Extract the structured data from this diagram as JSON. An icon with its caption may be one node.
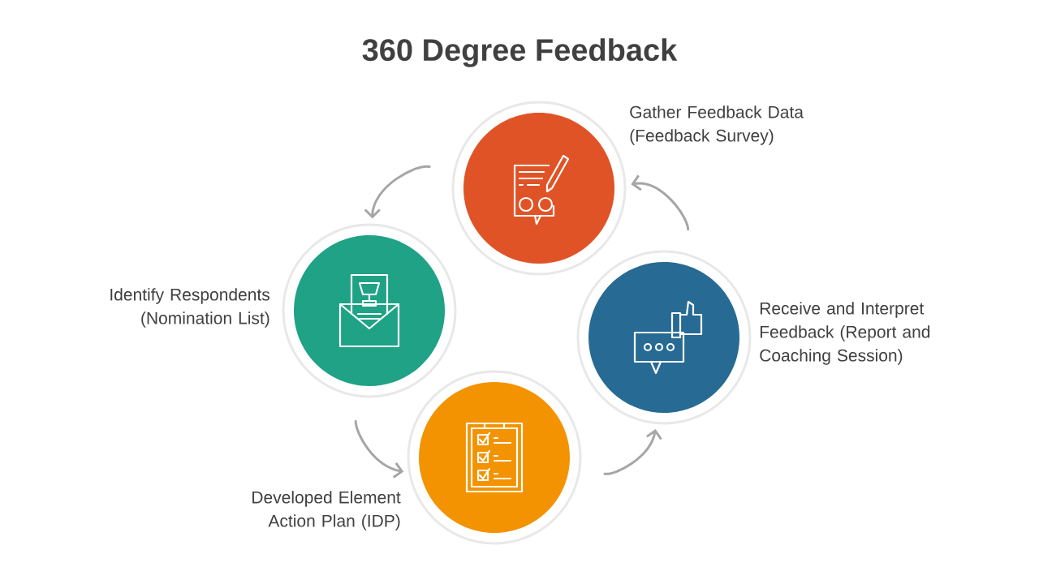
{
  "diagram": {
    "title": "360 Degree Feedback",
    "nodes": [
      {
        "text": [],
        "shape": "circle",
        "beside": [
          "Gather Feedback Data (Feedback Survey)"
        ]
      },
      {
        "text": [],
        "shape": "circle",
        "beside": [
          "Identify Respondents (Nomination List)"
        ]
      },
      {
        "text": [],
        "shape": "circle",
        "beside": [
          "Receive and Interpret Feedback (Report and Coaching Session)"
        ]
      },
      {
        "text": [],
        "shape": "circle",
        "beside": [
          "Developed Element Action Plan (IDP)"
        ]
      }
    ],
    "edges": [
      {
        "from": 0,
        "to": 1,
        "arrow": "to"
      },
      {
        "from": 1,
        "to": 3,
        "arrow": "to"
      },
      {
        "from": 3,
        "to": 2,
        "arrow": "to"
      },
      {
        "from": 2,
        "to": 0,
        "arrow": "to"
      }
    ]
  }
}
